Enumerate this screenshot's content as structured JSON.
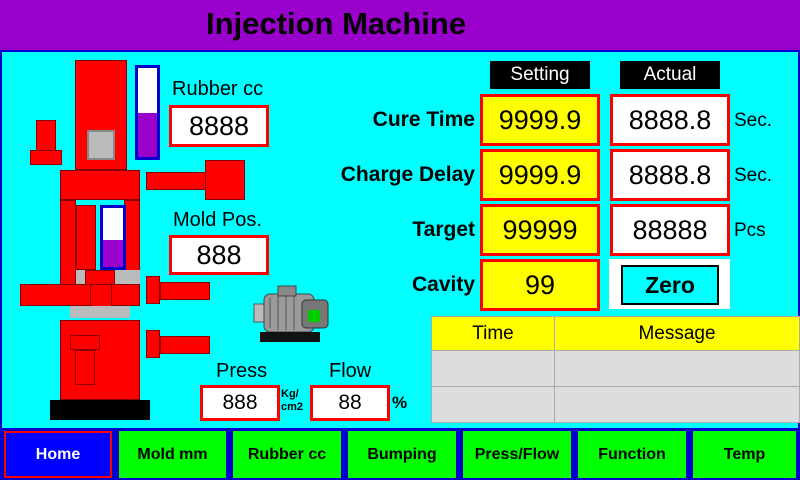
{
  "header": {
    "title": "Injection Machine"
  },
  "columns": {
    "setting": "Setting",
    "actual": "Actual"
  },
  "rows": [
    {
      "label": "Cure Time",
      "setting": "9999.9",
      "actual": "8888.8",
      "unit": "Sec."
    },
    {
      "label": "Charge Delay",
      "setting": "9999.9",
      "actual": "8888.8",
      "unit": "Sec."
    },
    {
      "label": "Target",
      "setting": "99999",
      "actual": "88888",
      "unit": "Pcs"
    },
    {
      "label": "Cavity",
      "setting": "99"
    }
  ],
  "zero_button": "Zero",
  "rubber": {
    "label": "Rubber cc",
    "value": "8888"
  },
  "mold": {
    "label": "Mold Pos.",
    "value": "888"
  },
  "press": {
    "label": "Press",
    "value": "888",
    "unit_top": "Kg/",
    "unit_bottom": "cm2"
  },
  "flow": {
    "label": "Flow",
    "value": "88",
    "unit": "%"
  },
  "log": {
    "col_time": "Time",
    "col_message": "Message"
  },
  "nav": [
    "Home",
    "Mold mm",
    "Rubber cc",
    "Bumping",
    "Press/Flow",
    "Function",
    "Temp"
  ],
  "gauges": {
    "rubber_level": 0.5,
    "mold_level": 0.45
  },
  "colors": {
    "title_bar": "#9900cc",
    "background": "#00ffff",
    "nav_button": "#00ff00",
    "nav_active": "#0000ff",
    "setting_box": "#ffff00",
    "machine": "#ff0000"
  }
}
